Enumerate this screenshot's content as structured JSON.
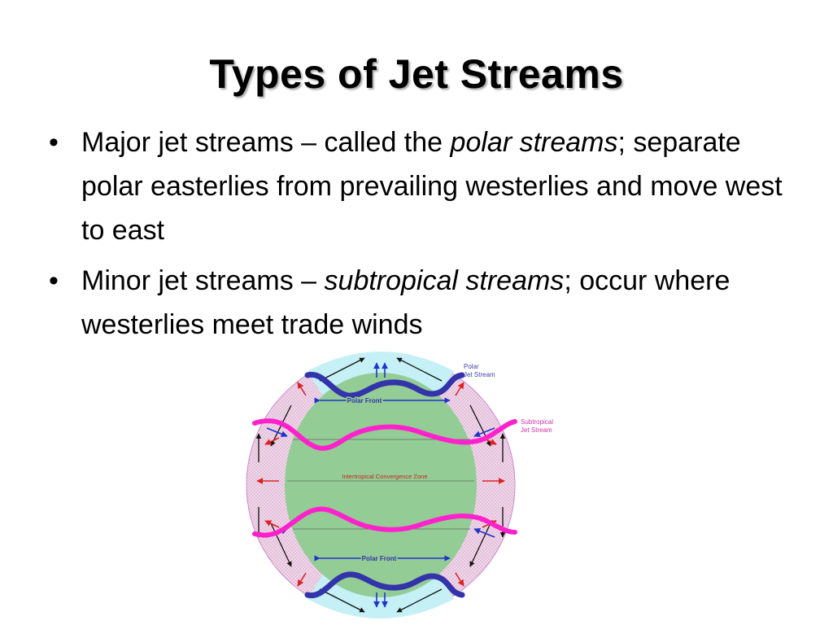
{
  "slide": {
    "title": "Types of Jet Streams",
    "bullets": [
      {
        "pre": "Major jet streams – called the ",
        "em": "polar streams",
        "post": "; separate polar easterlies from prevailing westerlies and move west to east"
      },
      {
        "pre": "Minor jet streams – ",
        "em": "subtropical streams",
        "post": "; occur where westerlies meet trade winds"
      }
    ]
  },
  "diagram": {
    "labels": {
      "polar_jet_line1": "Polar",
      "polar_jet_line2": "Jet Stream",
      "subtropical_jet_line1": "Subtropical",
      "subtropical_jet_line2": "Jet Stream",
      "polar_front_top": "Polar Front",
      "polar_front_bottom": "Polar Front",
      "itcz": "Intertropical Convergence Zone"
    },
    "colors": {
      "earth": "#93cc95",
      "polar_jet": "#3333aa",
      "subtropical_jet": "#ff22cc",
      "polar_cap": "#bfeff5",
      "stipple_zone": "#f3d2ea",
      "label_blue": "#3333aa",
      "label_red": "#cc2222"
    }
  }
}
